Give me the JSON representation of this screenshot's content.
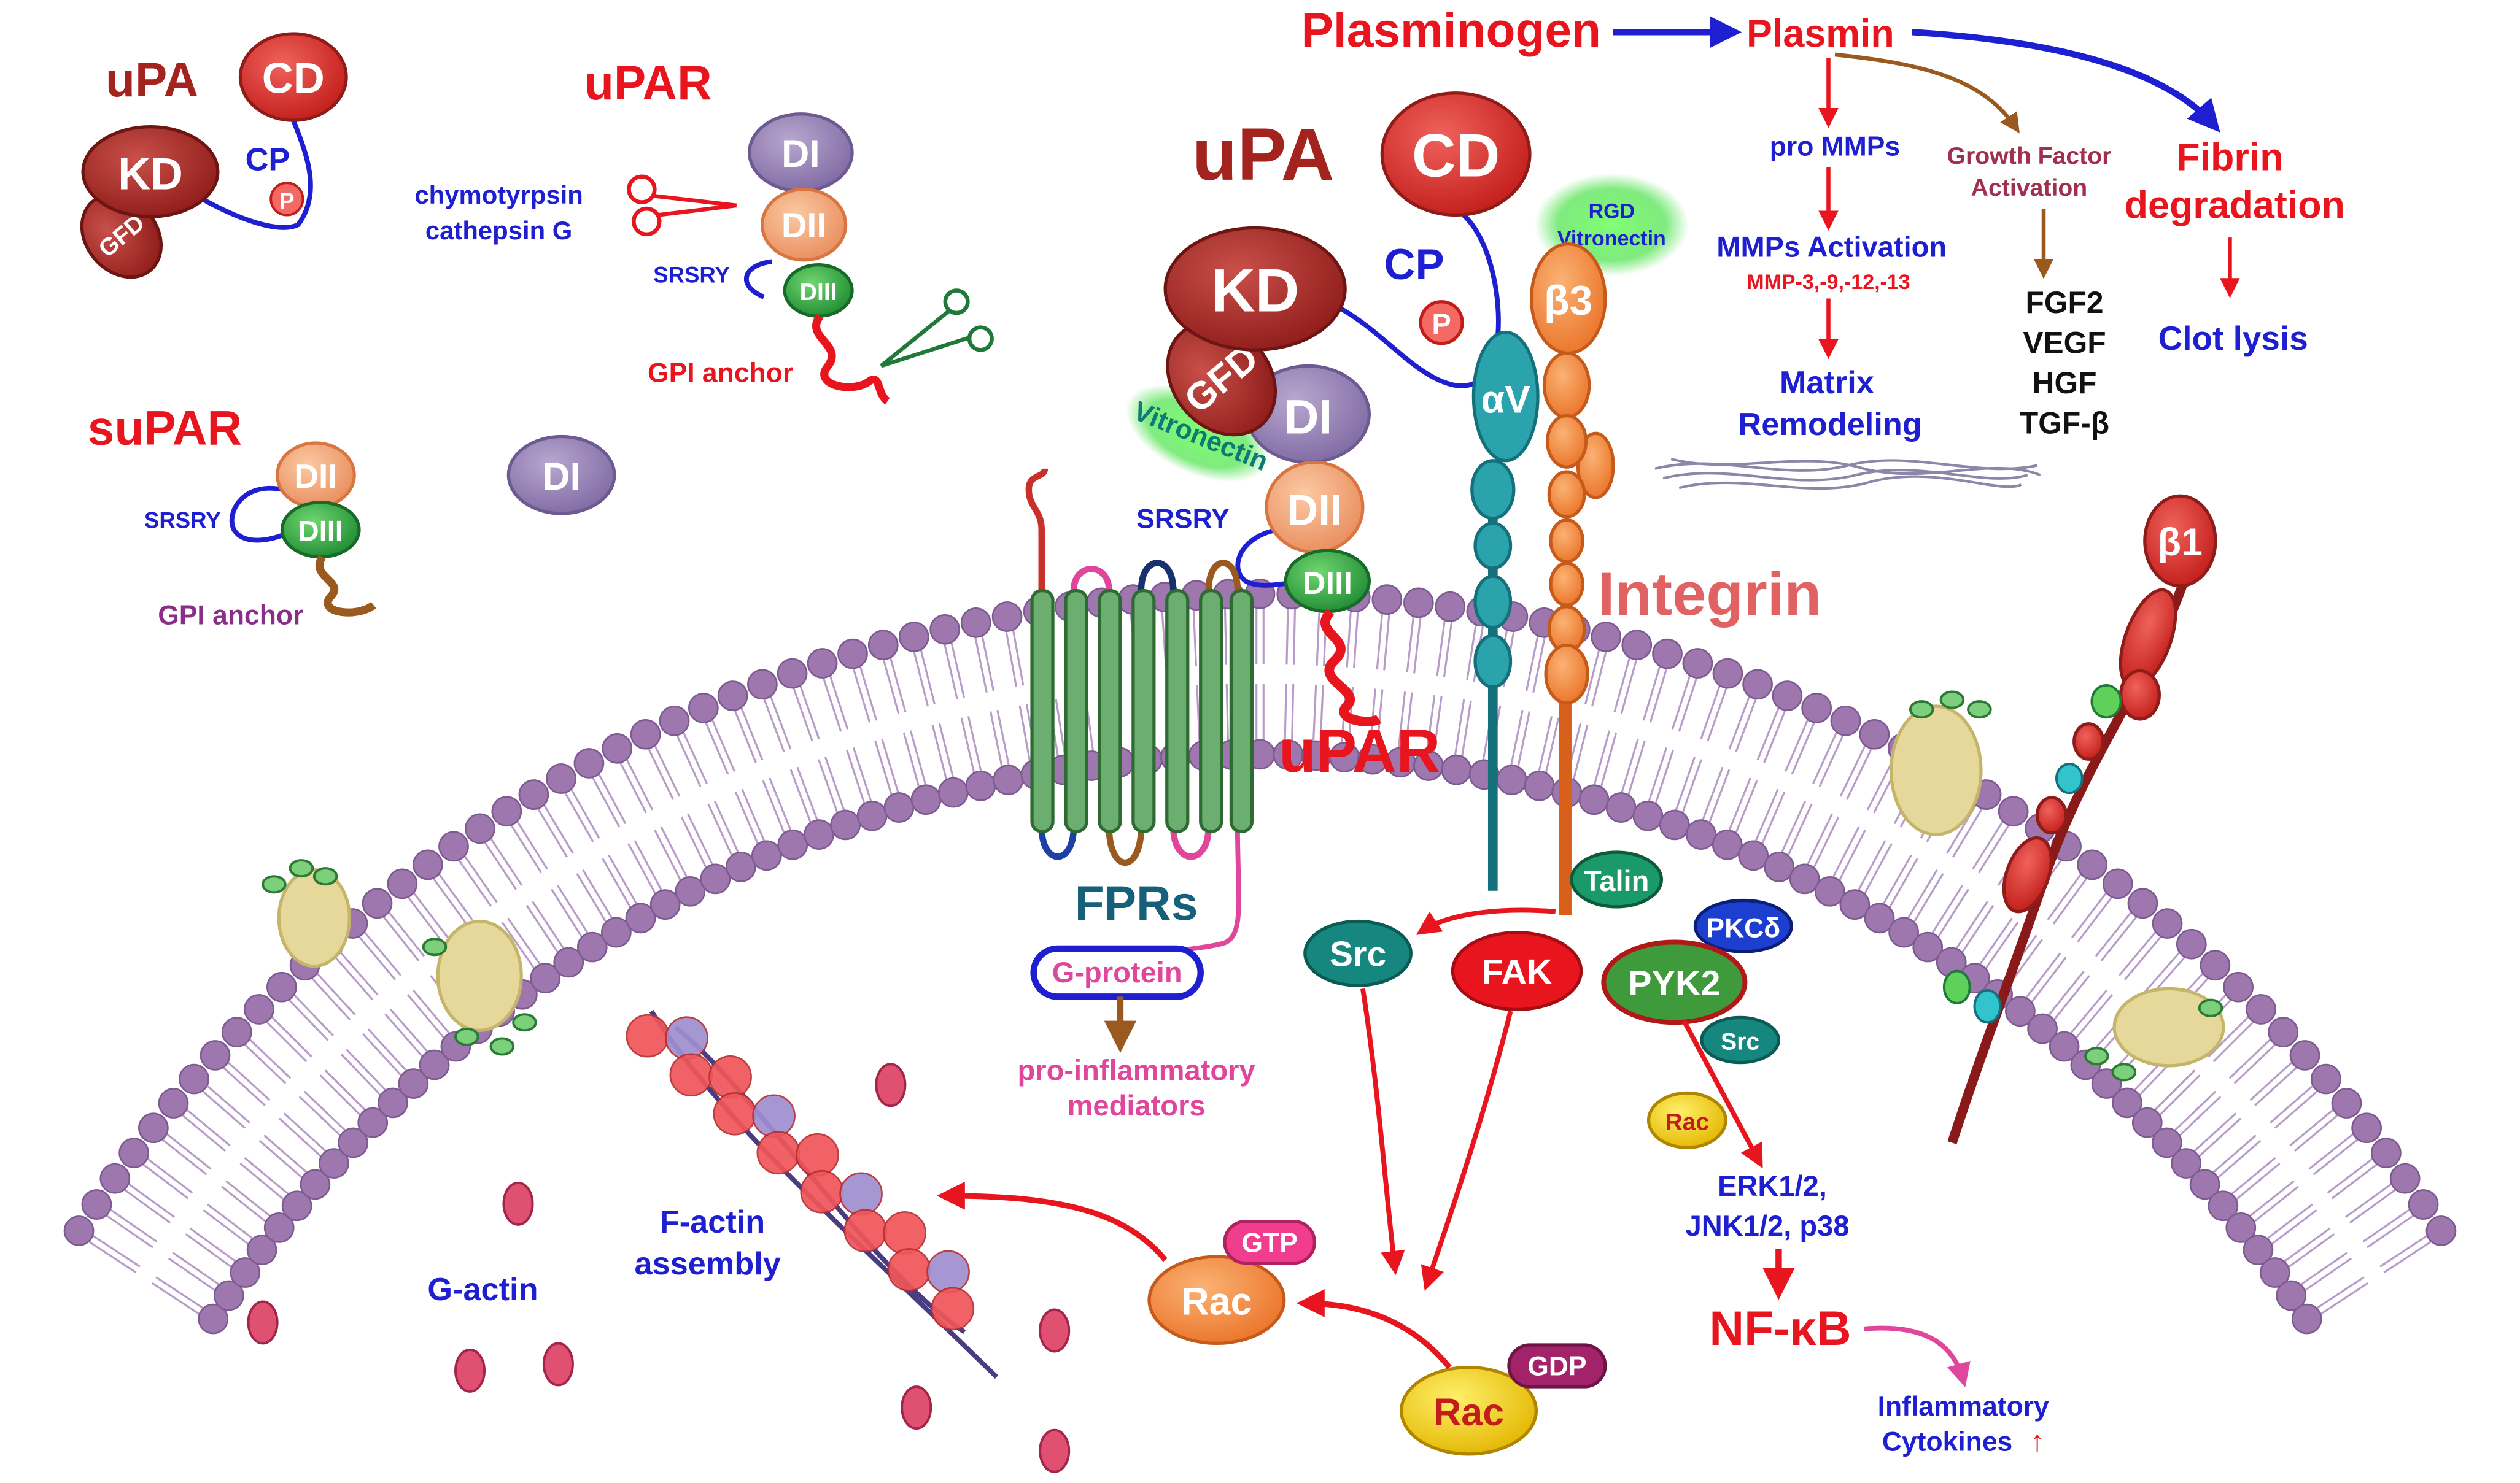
{
  "colors": {
    "membrane_head": "#9d77ad",
    "membrane_tail": "#b89bc8",
    "upa_dark": "#a3231f",
    "red_label": "#e8141e",
    "blue_label": "#1d1fd0",
    "fpr_green": "#6cae6f",
    "integrin_orange": "#f28a3b",
    "integrin_teal": "#1b8c96",
    "beta1_red": "#d94a44",
    "lipid_raft": "#e6d79a"
  },
  "topleft": {
    "upa_title": "uPA",
    "cd": "CD",
    "kd": "KD",
    "gfd": "GFD",
    "cp": "CP",
    "p": "P"
  },
  "upar_top": {
    "title": "uPAR",
    "di": "DI",
    "dii": "DII",
    "diii": "DIII",
    "protease_line1": "chymotyrpsin",
    "protease_line2": "cathepsin G",
    "srsry": "SRSRY",
    "gpi": "GPI anchor"
  },
  "supar": {
    "title": "suPAR",
    "dii": "DII",
    "diii": "DIII",
    "srsry": "SRSRY",
    "gpi": "GPI anchor",
    "free_di": "DI"
  },
  "center": {
    "upa_title": "uPA",
    "cd": "CD",
    "kd": "KD",
    "gfd": "GFD",
    "cp": "CP",
    "p": "P",
    "vitronectin": "Vitronectin",
    "di": "DI",
    "dii": "DII",
    "diii": "DIII",
    "srsry": "SRSRY",
    "upar": "uPAR",
    "rgd_line1": "RGD",
    "rgd_line2": "Vitronectin",
    "beta3": "β3",
    "alphav": "αV",
    "integrin": "Integrin",
    "beta1": "β1"
  },
  "plasmin": {
    "plasminogen": "Plasminogen",
    "plasmin": "Plasmin",
    "pro_mmps": "pro MMPs",
    "mmps_activation": "MMPs Activation",
    "mmp_list": "MMP-3,-9,-12,-13",
    "matrix_line1": "Matrix",
    "matrix_line2": "Remodeling",
    "gf_line1": "Growth Factor",
    "gf_line2": "Activation",
    "growth_factors": [
      "FGF2",
      "VEGF",
      "HGF",
      "TGF-β"
    ],
    "fibrin_line1": "Fibrin",
    "fibrin_line2": "degradation",
    "clot_lysis": "Clot lysis"
  },
  "signaling": {
    "fprs": "FPRs",
    "g_protein": "G-protein",
    "proinflam_line1": "pro-inflammatory",
    "proinflam_line2": "mediators",
    "talin": "Talin",
    "src": "Src",
    "fak": "FAK",
    "pkc": "PKCδ",
    "pyk2": "PYK2",
    "src_small": "Src",
    "rac_small": "Rac",
    "erk_line1": "ERK1/2,",
    "erk_line2": "JNK1/2, p38",
    "nfkb": "NF-κB",
    "cyto_line1": "Inflammatory",
    "cyto_line2": "Cytokines",
    "up_arrow": "↑",
    "rac_gtp": "Rac",
    "gtp": "GTP",
    "rac_gdp": "Rac",
    "gdp": "GDP",
    "factin_line1": "F-actin",
    "factin_line2": "assembly",
    "gactin": "G-actin"
  }
}
